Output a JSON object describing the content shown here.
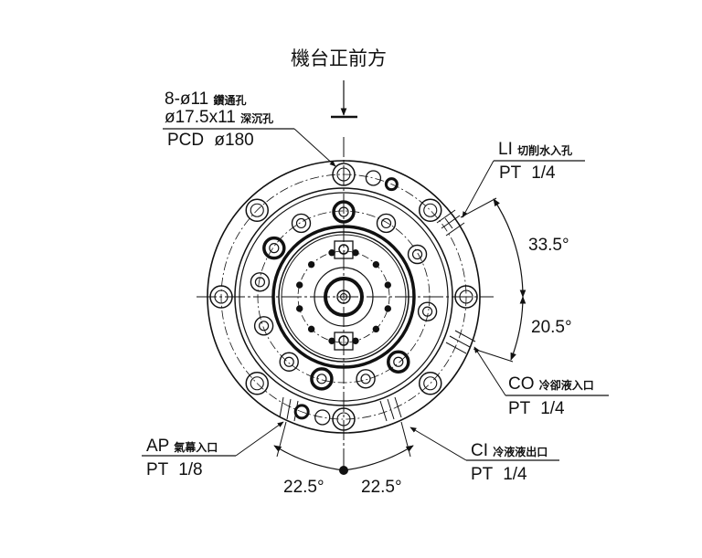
{
  "front_label": "機台正前方",
  "bolt_holes": {
    "line1_prefix": "8-ø11",
    "line1_cn": "鑽通孔",
    "line2_prefix": "ø17.5x11",
    "line2_cn": "深沉孔",
    "line3": "PCD  ø180"
  },
  "ports": {
    "li": {
      "code": "LI",
      "name": "切削水入孔",
      "thread": "PT 1/4"
    },
    "co": {
      "code": "CO",
      "name": "冷卻液入口",
      "thread": "PT 1/4"
    },
    "ap": {
      "code": "AP",
      "name": "氣幕入口",
      "thread": "PT 1/8"
    },
    "ci": {
      "code": "CI",
      "name": "冷液液出口",
      "thread": "PT 1/4"
    }
  },
  "angles": {
    "upper_right": "33.5°",
    "lower_right": "20.5°",
    "bottom_left": "22.5°",
    "bottom_right": "22.5°"
  }
}
